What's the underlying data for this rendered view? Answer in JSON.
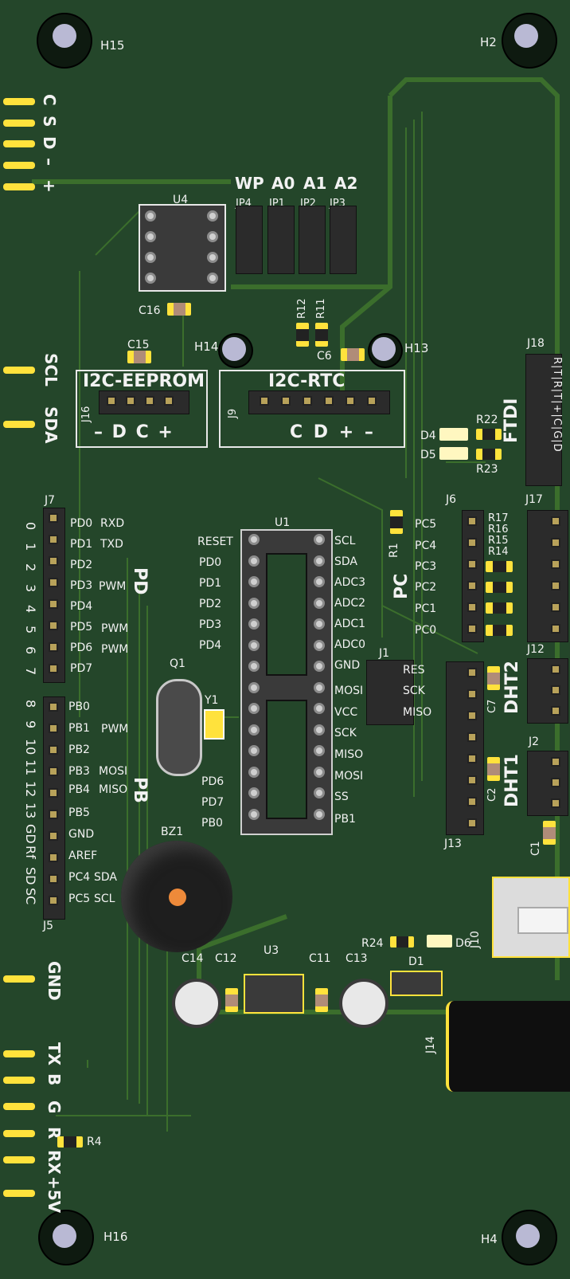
{
  "board": {
    "mounting_holes": [
      "H15",
      "H2",
      "H14",
      "H13",
      "H16",
      "H4"
    ],
    "edge_connector_top": [
      "C",
      "S",
      "D",
      "–",
      "+"
    ],
    "edge_i2c": [
      "SCL",
      "SDA"
    ],
    "edge_bottom": [
      "GND",
      "TX",
      "B",
      "G",
      "R",
      "RX",
      "+5V"
    ],
    "jumpers": {
      "labels": [
        "WP",
        "A0",
        "A1",
        "A2"
      ],
      "refs": [
        "JP4",
        "JP1",
        "JP2",
        "JP3"
      ]
    },
    "eeprom": {
      "ref": "U4",
      "cap": "C16",
      "title": "I2C-EEPROM",
      "connector": "J16",
      "pins": "– D C +"
    },
    "rtc": {
      "ref": "J9",
      "title": "I2C-RTC",
      "pins": "C D + –",
      "cap": "C6",
      "cap2": "C15"
    },
    "resistors_top": [
      "R12",
      "R11"
    ],
    "ftdi": {
      "ref": "J18",
      "title": "FTDI",
      "pins": "R|T|R|T|+|C|G|D",
      "r": [
        "R22",
        "R23"
      ],
      "led": [
        "D4",
        "D5"
      ]
    },
    "j7": {
      "ref": "J7",
      "numbers": [
        "0",
        "1",
        "2",
        "3",
        "4",
        "5",
        "6",
        "7"
      ],
      "pins": [
        "PD0",
        "PD1",
        "PD2",
        "PD3",
        "PD4",
        "PD5",
        "PD6",
        "PD7"
      ],
      "func": [
        "RXD",
        "TXD",
        "",
        "PWM",
        "",
        "PWM",
        "PWM",
        ""
      ],
      "port": "PD"
    },
    "j5": {
      "ref": "J5",
      "numbers": [
        "8",
        "9",
        "10",
        "11",
        "12",
        "13",
        "GD",
        "Rf",
        "SD",
        "SC"
      ],
      "pins": [
        "PB0",
        "PB1",
        "PB2",
        "PB3",
        "PB4",
        "PB5",
        "GND",
        "AREF",
        "PC4",
        "PC5"
      ],
      "func": [
        "",
        "PWM",
        "",
        "MOSI",
        "MISO",
        "",
        "",
        "",
        "SDA",
        "SCL"
      ],
      "port": "PB"
    },
    "mcu": {
      "ref": "U1",
      "left": [
        "RESET",
        "PD0",
        "PD1",
        "PD2",
        "PD3",
        "PD4",
        "",
        "",
        "",
        "",
        "PD6",
        "PD7",
        "PB0"
      ],
      "right": [
        "SCL",
        "SDA",
        "ADC3",
        "ADC2",
        "ADC1",
        "ADC0",
        "GND",
        "MOSI",
        "VCC",
        "SCK",
        "MISO",
        "MOSI",
        "SS",
        "PB1"
      ]
    },
    "q1": "Q1",
    "y1": "Y1",
    "bz1": "BZ1",
    "r1": "R1",
    "j6": {
      "ref": "J6",
      "pins": [
        "PC5",
        "PC4",
        "PC3",
        "PC2",
        "PC1",
        "PC0"
      ],
      "port": "PC",
      "r": [
        "R17",
        "R16",
        "R15",
        "R14"
      ]
    },
    "j1": {
      "ref": "J1",
      "pins": [
        "RES",
        "SCK",
        "MISO"
      ]
    },
    "j17": "J17",
    "j12": {
      "ref": "J12",
      "title": "DHT2",
      "cap": "C7"
    },
    "j2": {
      "ref": "J2",
      "title": "DHT1",
      "cap": "C2"
    },
    "j13": "J13",
    "c1": "C1",
    "j10": "J10",
    "power": {
      "r24": "R24",
      "d6": "D6",
      "d1": "D1",
      "c14": "C14",
      "c12": "C12",
      "u3": "U3",
      "c11": "C11",
      "c13": "C13",
      "j14": "J14",
      "r4": "R4"
    },
    "colors": {
      "board": "#24462a",
      "trace": "#3b6e2c",
      "silk": "#f2f2f2",
      "pad": "#ffe23c"
    }
  }
}
